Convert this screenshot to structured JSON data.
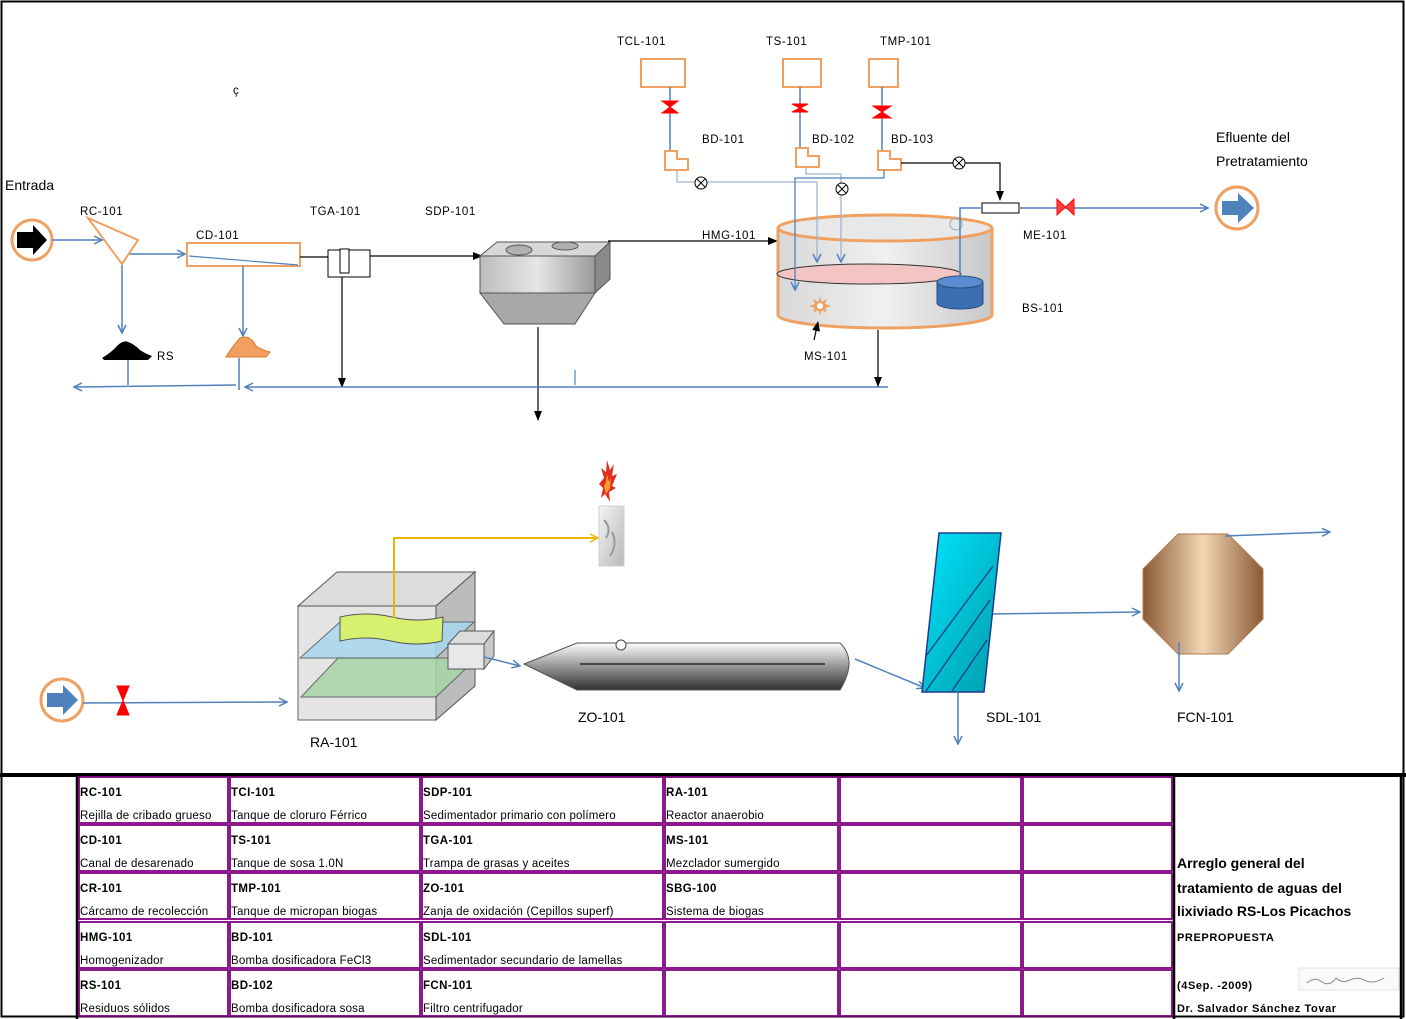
{
  "diagram": {
    "stray_mark": "ç",
    "labels": {
      "entrada": "Entrada",
      "efluente_line1": "Efluente del",
      "efluente_line2": "Pretratamiento",
      "rc": "RC-101",
      "cd": "CD-101",
      "tga": "TGA-101",
      "sdp": "SDP-101",
      "hmg": "HMG-101",
      "tcl": "TCL-101",
      "ts": "TS-101",
      "tmp": "TMP-101",
      "bd1": "BD-101",
      "bd2": "BD-102",
      "bd3": "BD-103",
      "me": "ME-101",
      "bs": "BS-101",
      "ms": "MS-101",
      "rs": "RS",
      "ra": "RA-101",
      "zo": "ZO-101",
      "sdl": "SDL-101",
      "fcn": "FCN-101"
    },
    "colors": {
      "orange": "#f0a060",
      "blue_line": "#4f81bd",
      "valve_red": "#ff0000",
      "yellow_line": "#f0b400",
      "cyan": "#00c0d0"
    }
  },
  "legend": {
    "items": [
      {
        "code": "RC-101",
        "desc": "Rejilla de cribado grueso"
      },
      {
        "code": "TCI-101",
        "desc": "Tanque de cloruro Férrico"
      },
      {
        "code": "SDP-101",
        "desc": "Sedimentador primario con polímero"
      },
      {
        "code": "RA-101",
        "desc": "Reactor anaerobio"
      },
      {
        "code": "CD-101",
        "desc": "Canal de desarenado"
      },
      {
        "code": "TS-101",
        "desc": "Tanque de sosa 1.0N"
      },
      {
        "code": "TGA-101",
        "desc": "Trampa de grasas y aceites"
      },
      {
        "code": "MS-101",
        "desc": "Mezclador sumergido"
      },
      {
        "code": "CR-101",
        "desc": "Cárcamo de recolección"
      },
      {
        "code": "TMP-101",
        "desc": "Tanque de micropan biogas"
      },
      {
        "code": "ZO-101",
        "desc": "Zanja de oxidación (Cepillos superf)"
      },
      {
        "code": "SBG-100",
        "desc": "Sistema de biogas"
      },
      {
        "code": "HMG-101",
        "desc": "Homogenizador"
      },
      {
        "code": "BD-101",
        "desc": "Bomba dosificadora  FeCl3"
      },
      {
        "code": "SDL-101",
        "desc": "Sedimentador secundario de lamellas"
      },
      {
        "code": "RS-101",
        "desc": "Residuos  sólidos"
      },
      {
        "code": "BD-102",
        "desc": "Bomba dosificadora sosa"
      },
      {
        "code": "FCN-101",
        "desc": "Filtro centrifugador"
      }
    ],
    "title_line1": "Arreglo general del",
    "title_line2": "tratamiento de aguas del",
    "title_line3": "lixiviado RS-Los Picachos",
    "status": "PREPROPUESTA",
    "date": "(4Sep. -2009)",
    "author": "Dr. Salvador Sánchez Tovar"
  }
}
